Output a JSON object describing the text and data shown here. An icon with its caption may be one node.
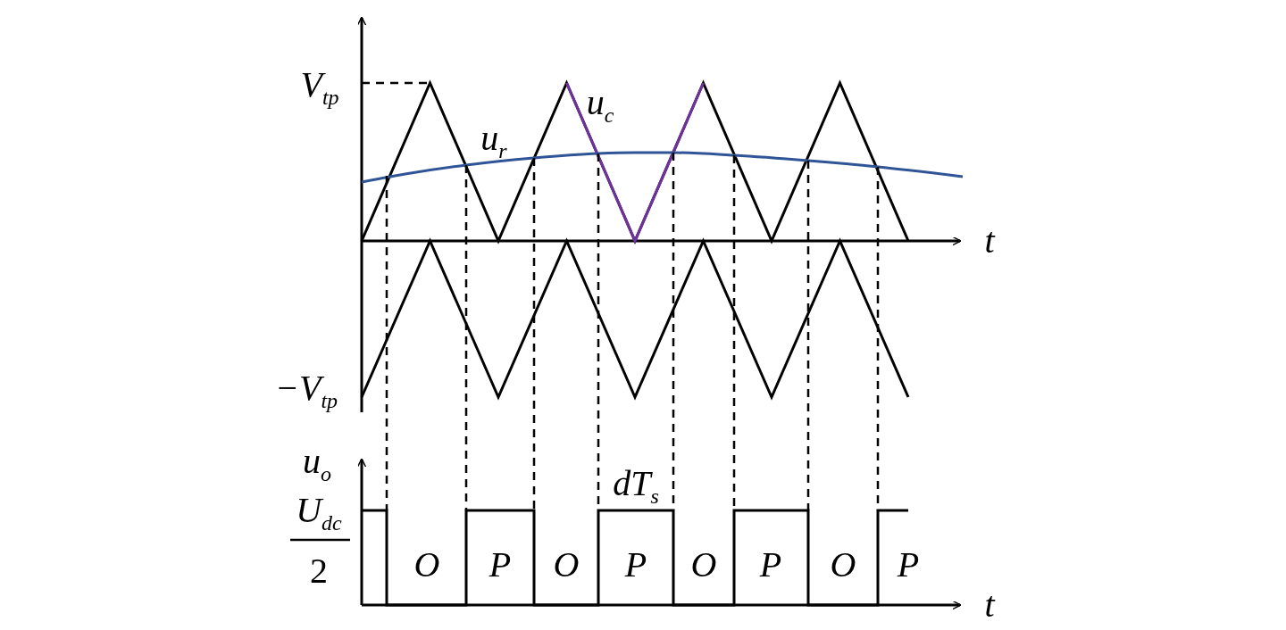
{
  "diagram": {
    "labels": [
      "V$_{tp}$",
      "u$_{r}$",
      "u$_{c}$",
      "t",
      "−V$_{tp}$",
      "u$_{o}$",
      "dT$_{s}$",
      "U$_{dc}$",
      "2",
      "t",
      "O",
      "P",
      "O",
      "P",
      "O",
      "P",
      "O",
      "P"
    ]
  }
}
